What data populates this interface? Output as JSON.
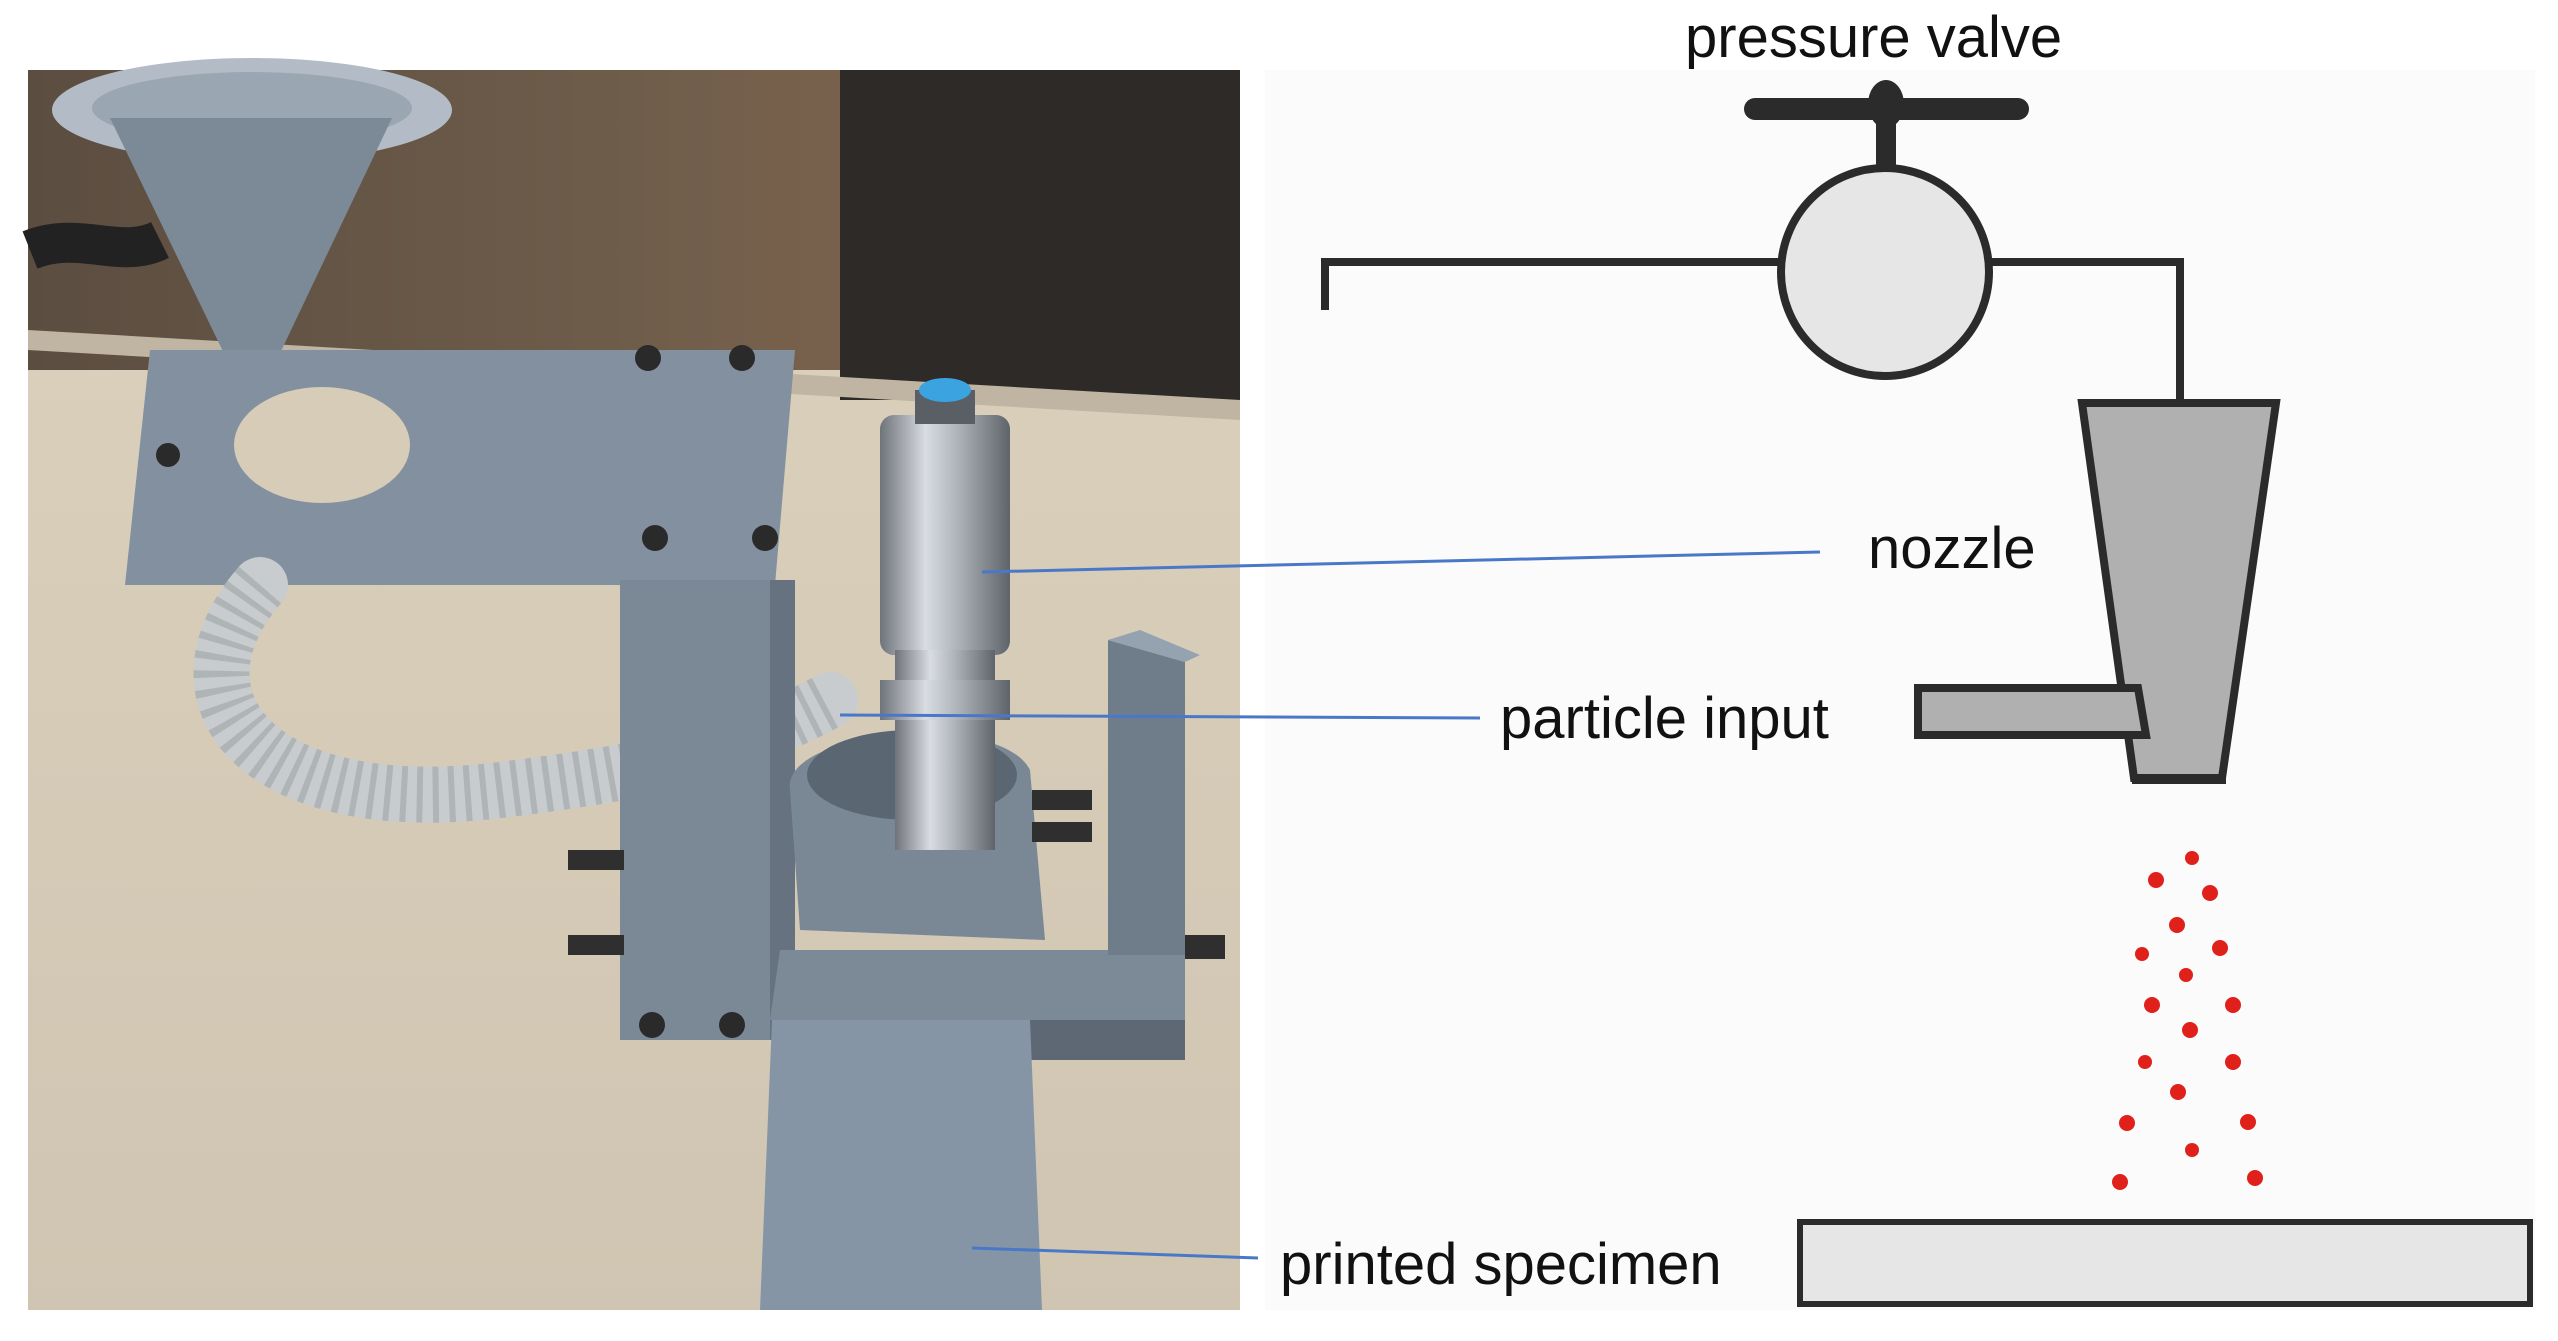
{
  "labels": {
    "pressure_valve": "pressure valve",
    "nozzle": "nozzle",
    "particle_input": "particle input",
    "printed_specimen": "printed specimen"
  },
  "colors": {
    "leader_line": "#4a78c8",
    "particles": "#e0201a",
    "nozzle_fill": "#b0b0b0",
    "valve_fill": "#e6e6e6",
    "specimen_fill": "#e6e6e6",
    "outline": "#2b2b2b",
    "photo_part": "#7f8d9c"
  }
}
